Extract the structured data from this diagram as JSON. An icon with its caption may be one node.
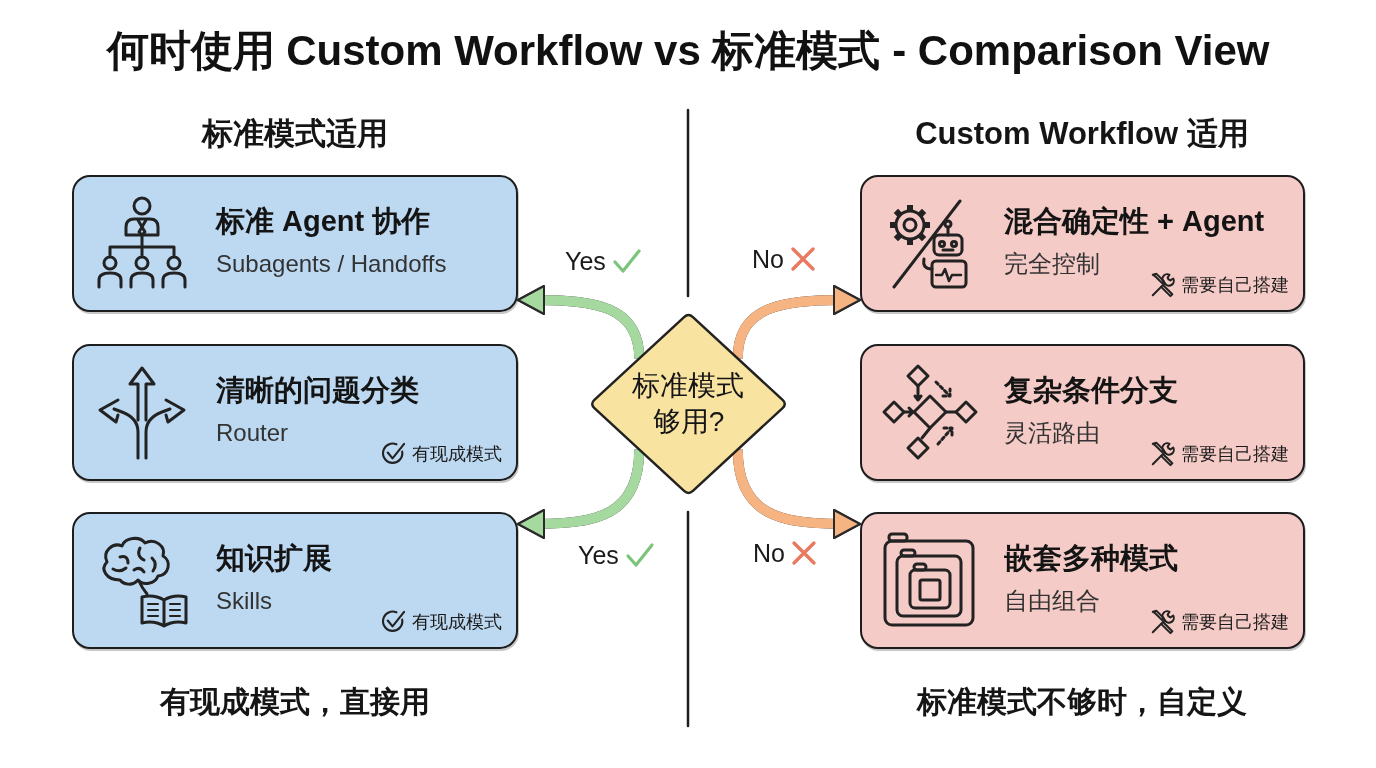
{
  "diagram": {
    "title": "何时使用 Custom Workflow vs 标准模式 - Comparison View",
    "nodes": [
      {
        "text": [
          "标准 Agent 协作",
          "Subagents / Handoffs"
        ]
      },
      {
        "text": [
          "清晰的问题分类",
          "Router",
          "有现成模式"
        ]
      },
      {
        "text": [
          "知识扩展",
          "Skills",
          "有现成模式"
        ]
      },
      {
        "text": [
          "标准模式够用?"
        ]
      },
      {
        "text": [
          "混合确定性 + Agent",
          "完全控制",
          "需要自己搭建"
        ]
      },
      {
        "text": [
          "复杂条件分支",
          "灵活路由",
          "需要自己搭建"
        ]
      },
      {
        "text": [
          "嵌套多种模式",
          "自由组合",
          "需要自己搭建"
        ]
      }
    ],
    "edges": [
      {
        "from": 3,
        "to": 0,
        "arrow": "to",
        "label": "Yes",
        "color": "#a6d9a0"
      },
      {
        "from": 3,
        "to": 4,
        "arrow": "to",
        "label": "No",
        "color": "#f6b483"
      },
      {
        "from": 3,
        "to": 2,
        "arrow": "to",
        "label": "Yes",
        "color": "#a6d9a0"
      },
      {
        "from": 3,
        "to": 6,
        "arrow": "to",
        "label": "No",
        "color": "#f6b483"
      }
    ],
    "labels": [
      "标准模式适用",
      "Custom Workflow 适用",
      "有现成模式，直接用",
      "标准模式不够时，自定义"
    ]
  }
}
